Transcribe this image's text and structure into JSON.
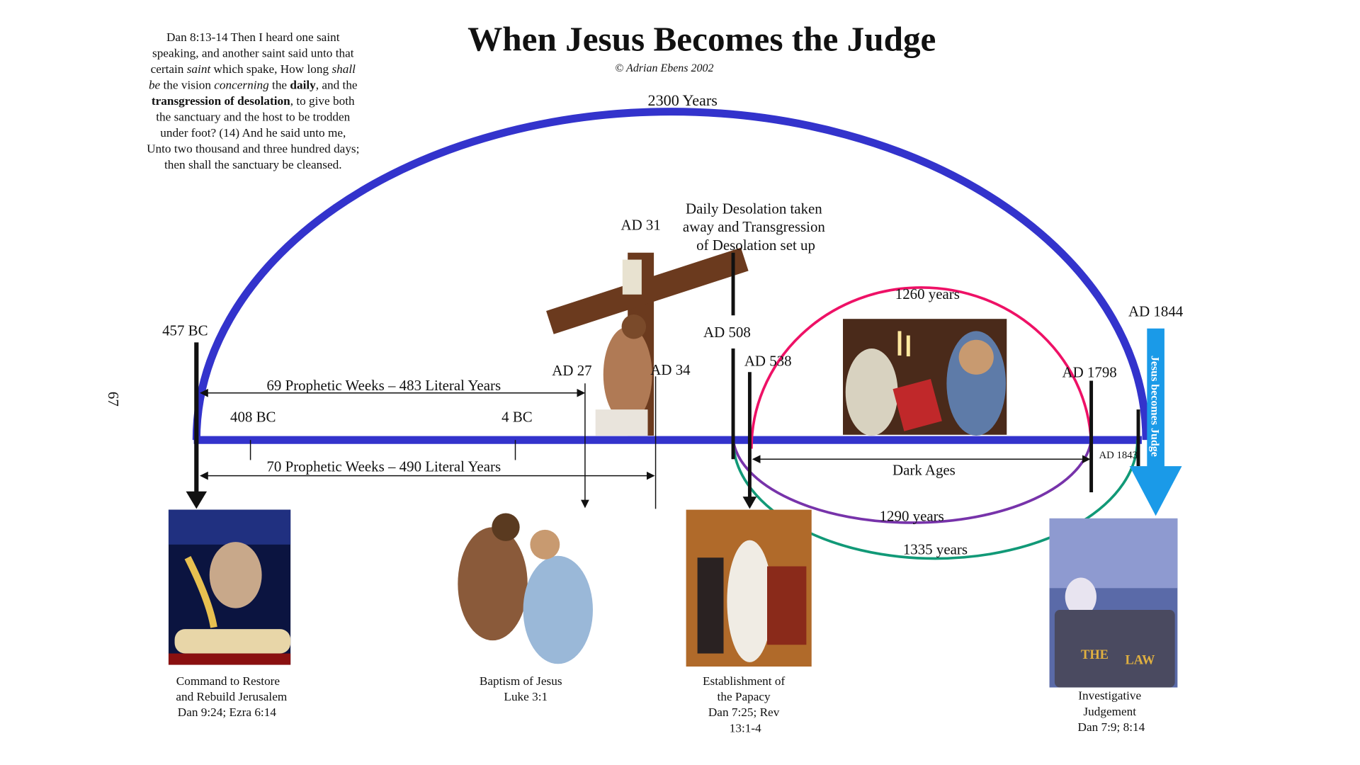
{
  "title": "When Jesus Becomes the Judge",
  "copyright": "© Adrian Ebens 2002",
  "page_number": "67",
  "verse": [
    [
      {
        "t": "Dan 8:13-14  Then I heard one saint"
      }
    ],
    [
      {
        "t": "speaking, and another saint said unto that"
      }
    ],
    [
      {
        "t": "certain "
      },
      {
        "t": "saint",
        "s": "i"
      },
      {
        "t": " which spake, How long "
      },
      {
        "t": "shall",
        "s": "i"
      }
    ],
    [
      {
        "t": "be",
        "s": "i"
      },
      {
        "t": " the vision "
      },
      {
        "t": "concerning",
        "s": "i"
      },
      {
        "t": " the "
      },
      {
        "t": "daily",
        "s": "b"
      },
      {
        "t": ", and the"
      }
    ],
    [
      {
        "t": "transgression of desolation",
        "s": "b"
      },
      {
        "t": ", to give both"
      }
    ],
    [
      {
        "t": "the sanctuary and the host to be trodden"
      }
    ],
    [
      {
        "t": "under foot?  (14)  And he said unto me,"
      }
    ],
    [
      {
        "t": "Unto two thousand and three hundred days;"
      }
    ],
    [
      {
        "t": "then shall the sanctuary be cleansed."
      }
    ]
  ],
  "arcs": {
    "years_2300": "2300 Years",
    "years_1260": "1260 years",
    "years_1290": "1290 years",
    "years_1335": "1335 years"
  },
  "spans": {
    "weeks_69": "69 Prophetic Weeks – 483 Literal Years",
    "weeks_70": "70 Prophetic Weeks – 490 Literal Years",
    "dark_ages": "Dark Ages"
  },
  "dates": {
    "bc457": "457 BC",
    "bc408": "408 BC",
    "bc4": "4 BC",
    "ad27": "AD 27",
    "ad31": "AD 31",
    "ad34": "AD 34",
    "ad508": "AD 508",
    "ad538": "AD 538",
    "ad1798": "AD 1798",
    "ad1843": "AD 1843",
    "ad1844": "AD 1844"
  },
  "daily_desolation": [
    "Daily Desolation taken",
    "away and Transgression",
    "of Desolation set up"
  ],
  "judge_arrow": "Jesus becomes Judge",
  "captions": {
    "restore": [
      "Command to Restore",
      "and Rebuild Jerusalem",
      "Dan 9:24; Ezra 6:14"
    ],
    "baptism": [
      "Baptism of Jesus",
      "Luke 3:1"
    ],
    "papacy": [
      "Establishment of",
      "the Papacy",
      "Dan 7:25; Rev",
      "13:1-4"
    ],
    "judgement": [
      "Investigative",
      "Judgement",
      "Dan 7:9; 8:14"
    ]
  },
  "law_tablet": [
    "THE",
    "LAW"
  ],
  "colors": {
    "arc2300": "#3333cc",
    "arc1260": "#ee1166",
    "arc1290": "#7733aa",
    "arc1335": "#119977",
    "judge_arrow": "#1a9ae8"
  }
}
